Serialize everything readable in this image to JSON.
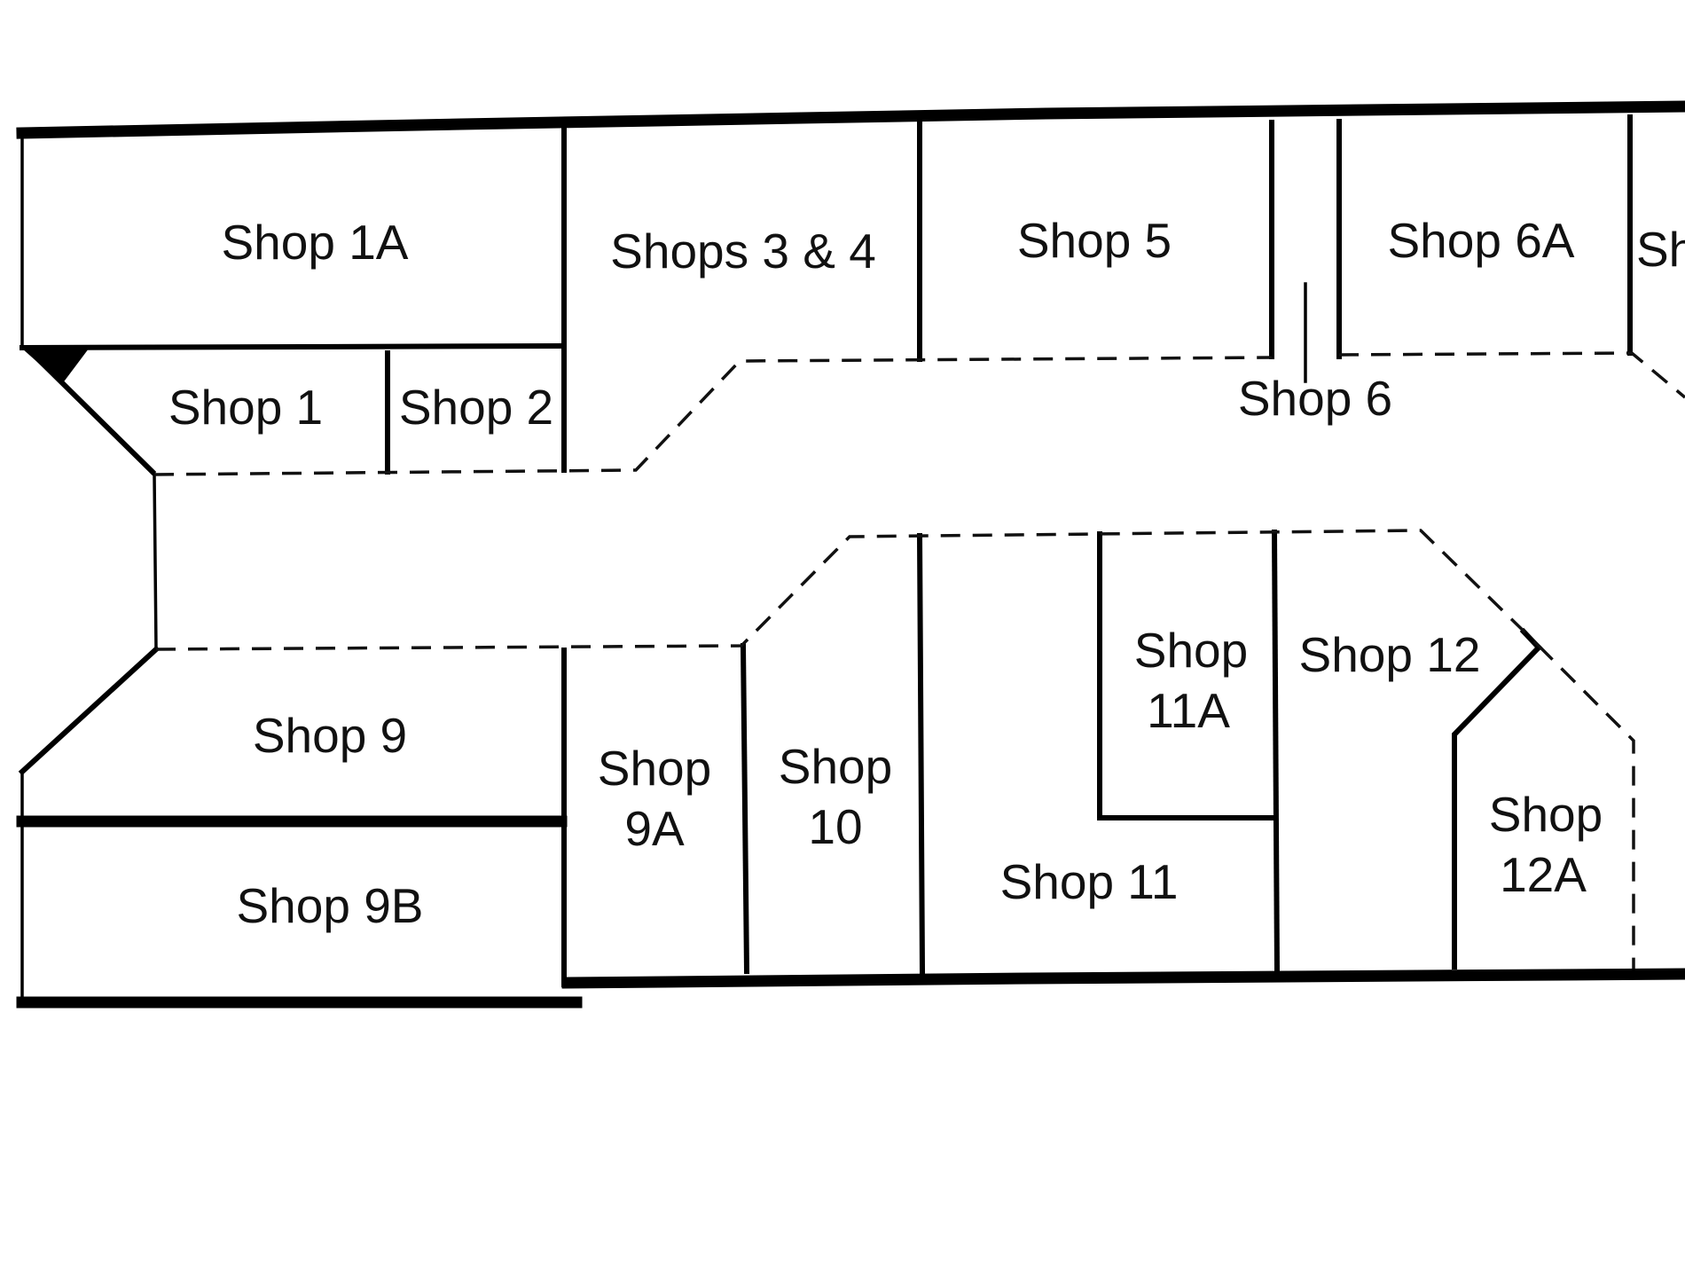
{
  "plan": {
    "shops": {
      "shop_1a": "Shop 1A",
      "shop_1": "Shop 1",
      "shop_2": "Shop 2",
      "shops_3_4": "Shops 3 & 4",
      "shop_5": "Shop 5",
      "shop_6": "Shop 6",
      "shop_6a": "Shop 6A",
      "shop_7_partial": "Sh",
      "shop_9": "Shop 9",
      "shop_9b": "Shop 9B",
      "shop_9a_line1": "Shop",
      "shop_9a_line2": "9A",
      "shop_10_line1": "Shop",
      "shop_10_line2": "10",
      "shop_11a_line1": "Shop",
      "shop_11a_line2": "11A",
      "shop_11": "Shop 11",
      "shop_12": "Shop 12",
      "shop_12a_line1": "Shop",
      "shop_12a_line2": "12A"
    },
    "colors": {
      "wall": "#000000",
      "background": "#ffffff"
    }
  }
}
